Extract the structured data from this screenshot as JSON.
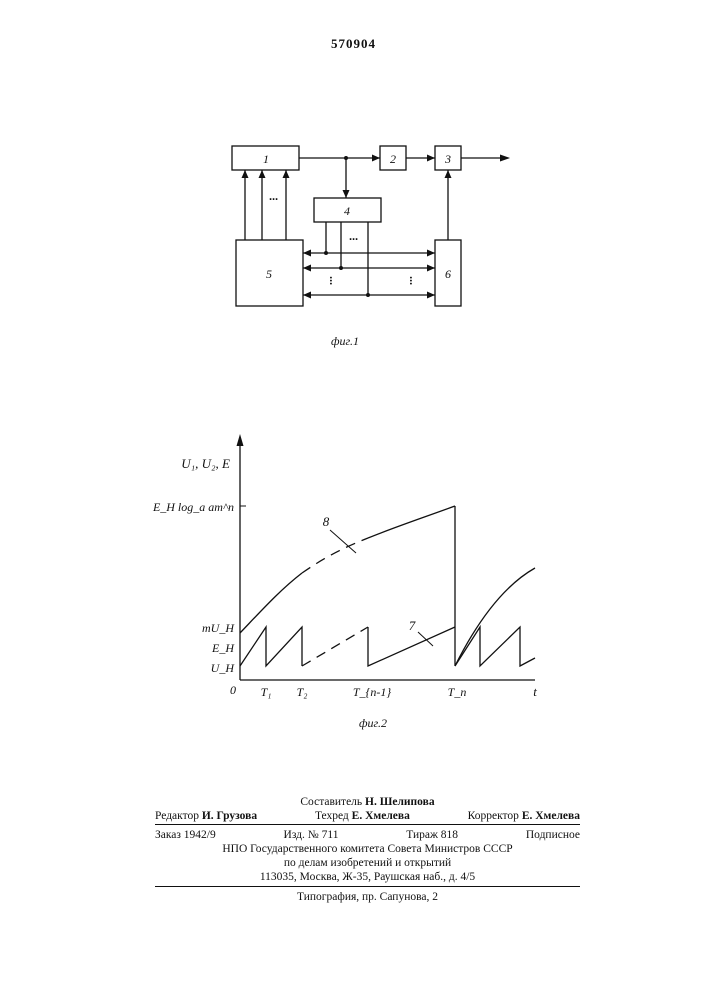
{
  "header": {
    "patent_number": "570904"
  },
  "fig1": {
    "caption": "фиг.1",
    "block_labels": {
      "b1": "1",
      "b2": "2",
      "b3": "3",
      "b4": "4",
      "b5": "5",
      "b6": "6"
    },
    "ellipsis": "..."
  },
  "fig2": {
    "caption": "фиг.2",
    "y_axis_label": "U₁, U₂, E",
    "x_axis_label": "t",
    "origin_label": "0",
    "y_tick_labels": [
      "E_H log_a am^n",
      "mU_H",
      "E_H",
      "U_H"
    ],
    "x_tick_labels": [
      "T₁",
      "T₂",
      "T_{n-1}",
      "T_n"
    ],
    "curve_labels": [
      "8",
      "7"
    ]
  },
  "imprint": {
    "compiler": "Составитель",
    "compiler_name": "Н. Шелипова",
    "editor": "Редактор",
    "editor_name": "И. Грузова",
    "techred": "Техред",
    "techred_name": "Е. Хмелева",
    "corrector": "Корректор",
    "corrector_name": "Е. Хмелева",
    "order": "Заказ 1942/9",
    "issue": "Изд. № 711",
    "print_run": "Тираж 818",
    "subscription": "Подписное",
    "org_line1": "НПО Государственного комитета Совета Министров СССР",
    "org_line2": "по делам изобретений и открытий",
    "org_line3": "113035, Москва, Ж-35, Раушская наб., д. 4/5",
    "printer": "Типография, пр. Сапунова, 2"
  }
}
